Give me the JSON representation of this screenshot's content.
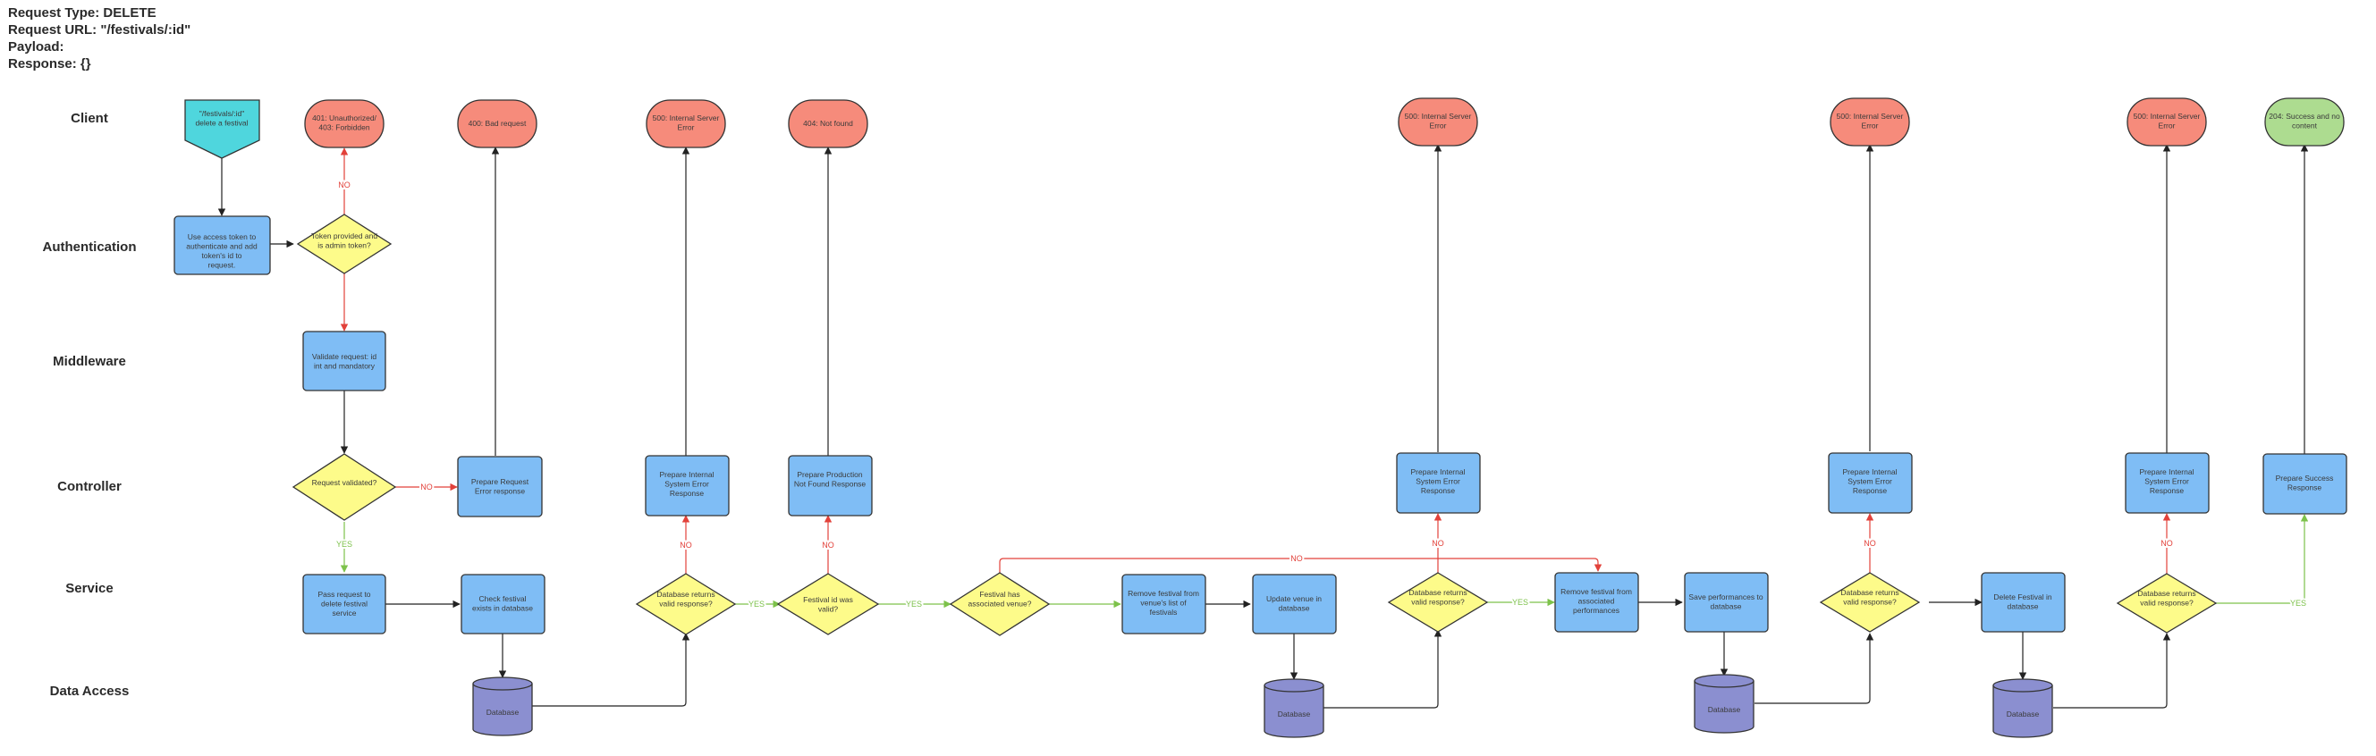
{
  "header": {
    "request_type": "Request Type: DELETE",
    "request_url": "Request URL: \"/festivals/:id\"",
    "payload": "Payload:",
    "response": "Response: {}"
  },
  "lanes": [
    "Client",
    "Authentication",
    "Middleware",
    "Controller",
    "Service",
    "Data Access"
  ],
  "nodes": {
    "start": "\"/festivals/:id\" delete a festival",
    "err_401": "401: Unauthorized/ 403: Forbidden",
    "err_400": "400: Bad request",
    "err_500_a": "500: Internal Server Error",
    "err_404": "404: Not found",
    "err_500_b": "500: Internal Server Error",
    "err_500_c": "500: Internal Server Error",
    "err_500_d": "500: Internal Server Error",
    "ok_204": "204: Success and no content",
    "use_token": "Use access token to authenticate and add token's id to request.",
    "token_check": "Token provided and is admin token?",
    "validate": "Validate request: id int and mandatory",
    "req_validated": "Request validated?",
    "prep_400": "Prepare Request Error response",
    "prep_500_a": "Prepare Internal System Error Response",
    "prep_404": "Prepare Production Not Found Response",
    "prep_500_b": "Prepare Internal System Error Response",
    "prep_500_c": "Prepare Internal System Error Response",
    "prep_500_d": "Prepare Internal System Error Response",
    "prep_success": "Prepare Success Response",
    "pass_service": "Pass request to delete festival service",
    "check_exists": "Check festival exists in database",
    "db_valid_1": "Database returns valid response?",
    "valid_fest": "Festival id was valid?",
    "has_venue": "Festival has associated venue?",
    "remove_from_venue": "Remove festival from venue's list of festivals",
    "update_venue": "Update venue in database",
    "db_valid_2": "Database returns valid response?",
    "remove_perf": "Remove festival from associated performances",
    "save_perf": "Save performances to database",
    "db_valid_3": "Database returns valid response?",
    "delete_fest": "Delete Festival in database",
    "db_valid_4": "Database returns valid response?",
    "db_1": "Database",
    "db_2": "Database",
    "db_3": "Database",
    "db_4": "Database"
  },
  "labels": {
    "yes": "YES",
    "no": "NO"
  },
  "colors": {
    "start": "#4fd6dd",
    "error": "#f68b7b",
    "success": "#addc90",
    "process": "#7fbdf5",
    "decision": "#fdfb8a",
    "database": "#8b8fd0",
    "yes": "#7dc24b",
    "no": "#e2413a",
    "flow": "#222222"
  }
}
